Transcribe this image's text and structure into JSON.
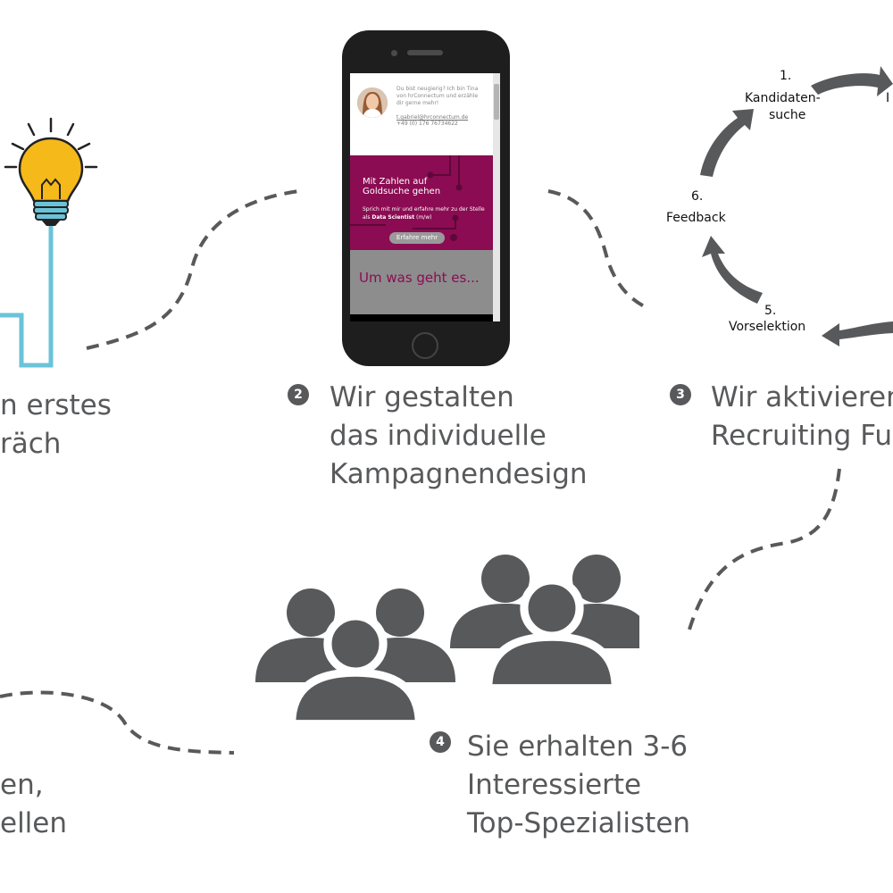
{
  "colors": {
    "text_gray": "#58595b",
    "accent_purple": "#8b0c53",
    "bulb_yellow": "#f6b91a",
    "bulb_blue": "#6bc3d8"
  },
  "steps": {
    "step1": {
      "line1": "n erstes",
      "line2": "räch"
    },
    "step2": {
      "number": "2",
      "line1": "Wir gestalten",
      "line2": "das individuelle",
      "line3": "Kampagnendesign"
    },
    "step3": {
      "number": "3",
      "line1": "Wir aktivieren",
      "line2": "Recruiting Fu"
    },
    "step4": {
      "number": "4",
      "line1": "Sie erhalten 3-6",
      "line2": "Interessierte",
      "line3": "Top-Spezialisten"
    },
    "step5": {
      "line1": "en,",
      "line2": "ellen"
    }
  },
  "cycle": {
    "item1_num": "1.",
    "item1_line1": "Kandidaten-",
    "item1_line2": "suche",
    "item2_partial": "I",
    "item5_num": "5.",
    "item5_label": "Vorselektion",
    "item6_num": "6.",
    "item6_label": "Feedback"
  },
  "phone_screen": {
    "contact_intro": "Du bist neugierig? Ich bin Tina von hrConnectum und erzähle dir gerne mehr!",
    "contact_email": "t.gabriel@hrconnectum.de",
    "contact_phone": "+49 (0) 176 76734622",
    "headline_line1": "Mit Zahlen auf",
    "headline_line2": "Goldsuche gehen",
    "subtext_part1": "Sprich mit mir und erfahre mehr zu der Stelle als ",
    "subtext_bold": "Data Scientist",
    "subtext_part2": " (m/w)",
    "cta": "Erfahre mehr",
    "section_title": "Um was geht es..."
  },
  "icons": [
    "lightbulb-icon",
    "smartphone-icon",
    "cycle-arrows-icon",
    "people-group-icon"
  ]
}
